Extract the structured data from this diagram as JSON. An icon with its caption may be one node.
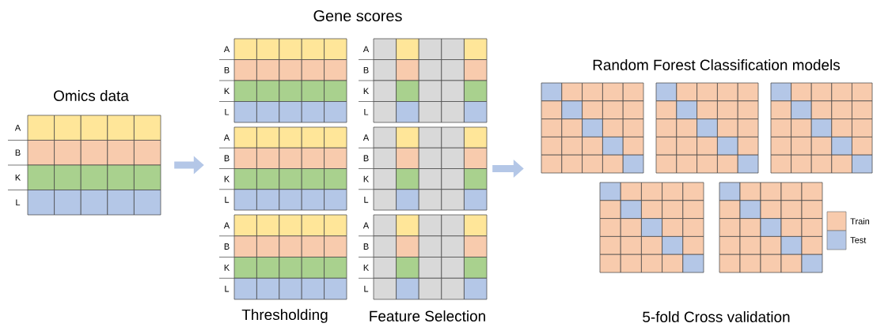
{
  "diagram": {
    "nodes": [
      {
        "text": [
          "A",
          "B",
          "K",
          "L"
        ],
        "beside": [
          "Omics data"
        ]
      },
      {
        "text": [
          "A",
          "B",
          "K",
          "L"
        ]
      },
      {
        "text": [
          "A",
          "B",
          "K",
          "L"
        ]
      },
      {
        "text": [
          "A",
          "B",
          "K",
          "L"
        ]
      },
      {
        "text": [
          "A",
          "B",
          "K",
          "L"
        ]
      },
      {
        "text": [
          "A",
          "B",
          "K",
          "L"
        ]
      },
      {
        "text": [
          "A",
          "B",
          "K",
          "L"
        ]
      },
      {
        "text": [],
        "shape": "box"
      },
      {
        "text": [],
        "shape": "box"
      },
      {
        "text": [],
        "shape": "box"
      },
      {
        "text": [],
        "shape": "box"
      },
      {
        "text": [],
        "shape": "box"
      }
    ],
    "edges": [
      {
        "from": 0,
        "to": 3,
        "arrow": "to"
      },
      {
        "from": 4,
        "to": 7,
        "arrow": "to"
      }
    ],
    "labels": [
      "Gene scores",
      "Thresholding",
      "Feature Selection",
      "Random Forest Classification models",
      "5-fold Cross validation"
    ],
    "legend": [
      {
        "text": "Train",
        "color": "#f8cbad"
      },
      {
        "text": "Test",
        "color": "#b4c7e7"
      }
    ]
  }
}
